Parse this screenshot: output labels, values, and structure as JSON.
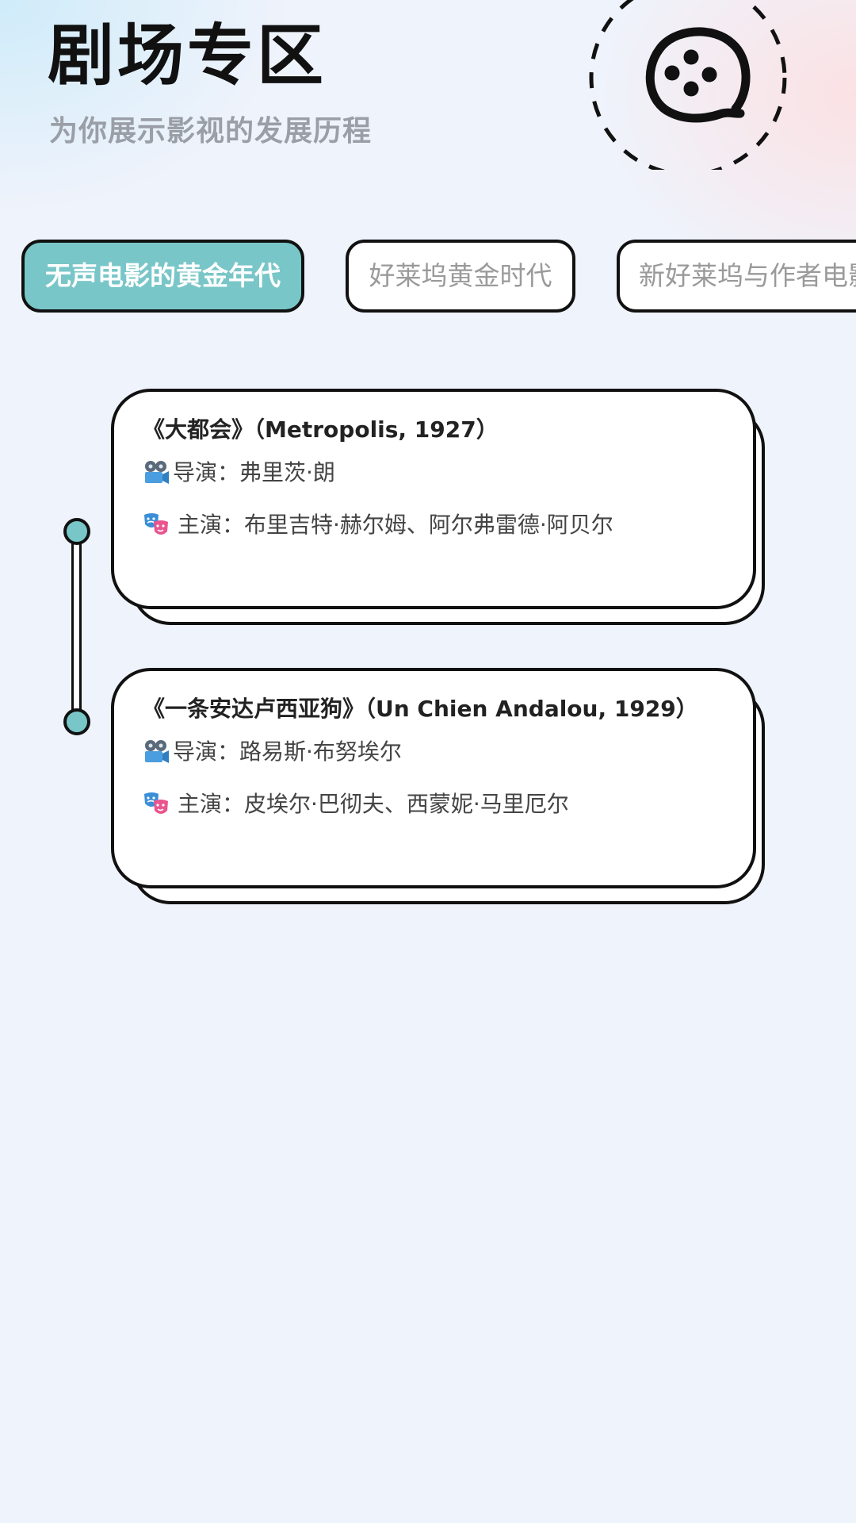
{
  "header": {
    "title": "剧场专区",
    "subtitle": "为你展示影视的发展历程",
    "logo_icon": "film-reel-icon"
  },
  "tabs": [
    {
      "label": "无声电影的黄金年代",
      "active": true
    },
    {
      "label": "好莱坞黄金时代",
      "active": false
    },
    {
      "label": "新好莱坞与作者电影",
      "active": false
    }
  ],
  "movies": [
    {
      "title": "《大都会》（Metropolis, 1927）",
      "director_icon": "movie-camera-icon",
      "director": "导演：弗里茨·朗",
      "cast_icon": "theater-masks-icon",
      "cast": "主演：布里吉特·赫尔姆、阿尔弗雷德·阿贝尔"
    },
    {
      "title": "《一条安达卢西亚狗》（Un Chien Andalou, 1929）",
      "director_icon": "movie-camera-icon",
      "director": "导演：路易斯·布努埃尔",
      "cast_icon": "theater-masks-icon",
      "cast": "主演：皮埃尔·巴彻夫、西蒙妮·马里厄尔"
    }
  ],
  "colors": {
    "accent": "#79c6c8",
    "background": "#eff3fb",
    "border": "#111111",
    "inactive_text": "#9a9a9a"
  }
}
